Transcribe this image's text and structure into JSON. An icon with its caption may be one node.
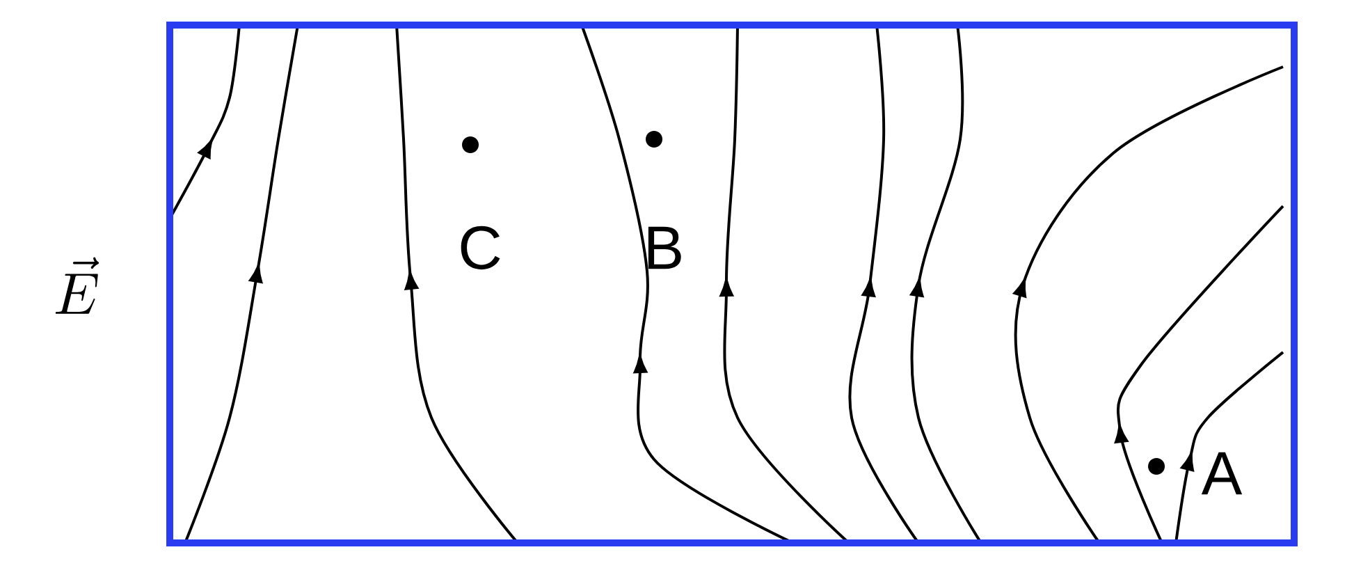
{
  "diagram": {
    "labels": [
      "\\vec{E}",
      "C",
      "B",
      "A"
    ]
  }
}
